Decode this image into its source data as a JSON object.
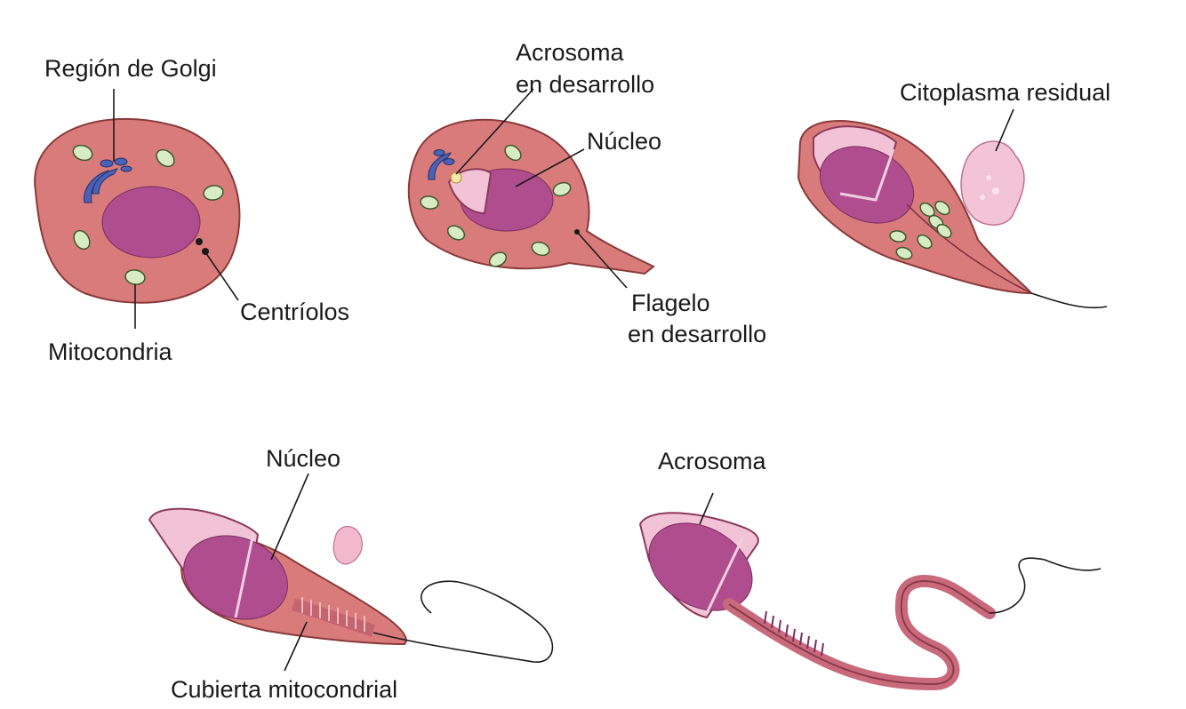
{
  "labels": {
    "golgi": "Región de Golgi",
    "centrioles": "Centríolos",
    "mitochondria": "Mitocondria",
    "acrosome_developing_1": "Acrosoma",
    "acrosome_developing_2": "en desarrollo",
    "nucleus_top": "Núcleo",
    "flagellum_1": "Flagelo",
    "flagellum_2": "en desarrollo",
    "residual_cytoplasm": "Citoplasma residual",
    "nucleus_bottom": "Núcleo",
    "mito_sheath": "Cubierta mitocondrial",
    "acrosome": "Acrosoma"
  },
  "colors": {
    "cytoplasm": "#d97b7b",
    "nucleus": "#b04d8e",
    "acrosome": "#f2c2d6",
    "mitochondria": "#d8ecc4",
    "golgi": "#4a62b5"
  }
}
